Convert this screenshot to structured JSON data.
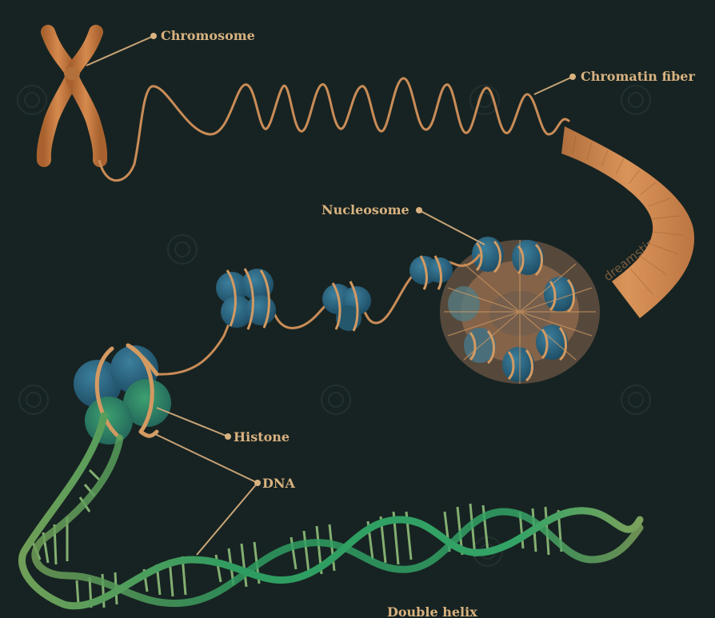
{
  "colors": {
    "background": "#172322",
    "label_text": "#d8b280",
    "chromatin": "#c98c57",
    "fiber_light": "#e49a5c",
    "histone_blue": "#2e6a86",
    "histone_green": "#2f8a60",
    "dna_green": "#2e9c60",
    "dna_light": "#6f9e58"
  },
  "labels": {
    "chromosome": "Chromosome",
    "chromatin_fiber": "Chromatin fiber",
    "nucleosome": "Nucleosome",
    "histone": "Histone",
    "dna": "DNA",
    "double_helix": "Double helix"
  },
  "watermark": {
    "brand": "dreamstime"
  }
}
